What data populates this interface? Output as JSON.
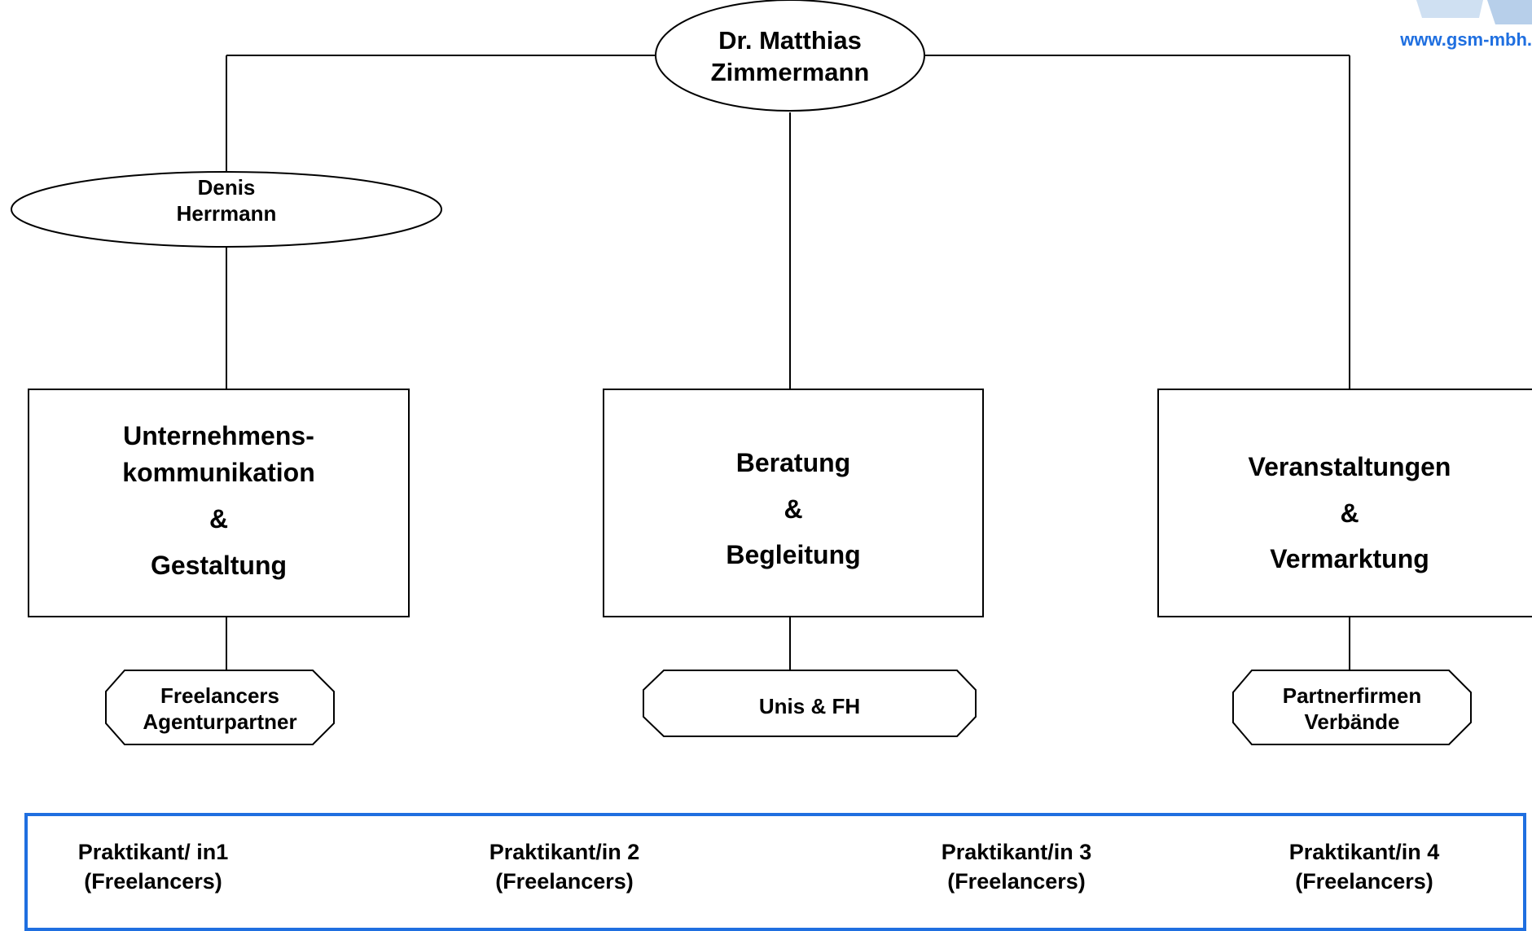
{
  "root": {
    "line1": "Dr. Matthias",
    "line2": "Zimmermann"
  },
  "manager": {
    "line1": "Denis",
    "line2": "Herrmann"
  },
  "departments": [
    {
      "line1": "Unternehmens-",
      "line2": "kommunikation",
      "line3": "&",
      "line4": "Gestaltung"
    },
    {
      "line1": "Beratung",
      "line2": "&",
      "line3": "Begleitung"
    },
    {
      "line1": "Veranstaltungen",
      "line2": "&",
      "line3": "Vermarktung"
    }
  ],
  "partners": [
    {
      "line1": "Freelancers",
      "line2": "Agenturpartner"
    },
    {
      "line1": "Unis & FH"
    },
    {
      "line1": "Partnerfirmen",
      "line2": "Verbände"
    }
  ],
  "interns": [
    {
      "line1": "Praktikant/ in1",
      "line2": "(Freelancers)"
    },
    {
      "line1": "Praktikant/in 2",
      "line2": "(Freelancers)"
    },
    {
      "line1": "Praktikant/in 3",
      "line2": "(Freelancers)"
    },
    {
      "line1": "Praktikant/in 4",
      "line2": "(Freelancers)"
    }
  ],
  "logo": {
    "url": "www.gsm-mbh."
  },
  "colors": {
    "logo_blue": "#1f6fe0",
    "logo_light": "#cfe0f2",
    "panel_border": "#1f6fe0"
  }
}
